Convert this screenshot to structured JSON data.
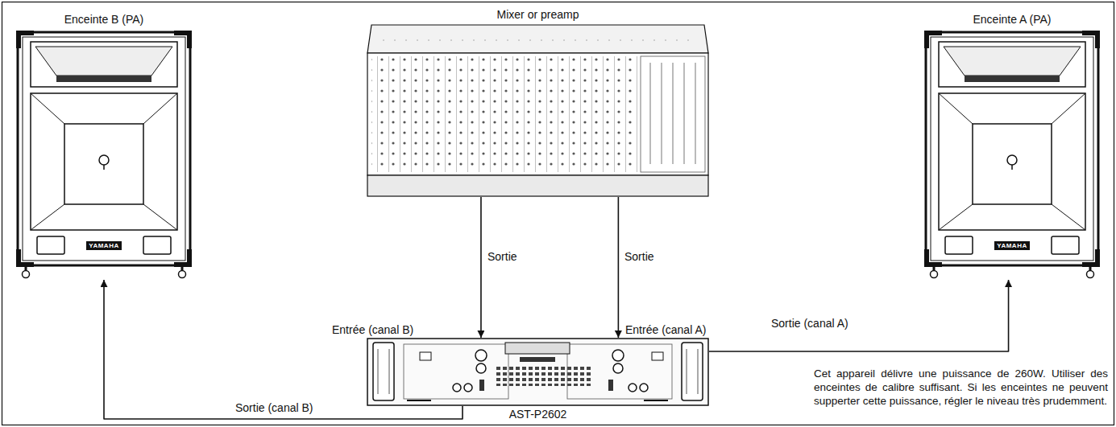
{
  "diagram": {
    "nodes": [
      {
        "text": [
          "Enceinte B (PA)"
        ]
      },
      {
        "text": [
          "Mixer or preamp"
        ]
      },
      {
        "text": [
          "Enceinte A (PA)"
        ]
      },
      {
        "text": [
          "AST-P2602"
        ]
      }
    ],
    "edges": [
      {
        "from": 1,
        "to": 3,
        "arrow": "to",
        "label": "Sortie"
      },
      {
        "from": 1,
        "to": 3,
        "arrow": "to",
        "label": "Sortie"
      },
      {
        "from": 3,
        "to": 0,
        "arrow": "to",
        "label": "Sortie (canal B)"
      },
      {
        "from": 3,
        "to": 2,
        "arrow": "to",
        "label": "Sortie (canal A)"
      }
    ],
    "labels": [
      "Entrée (canal B)",
      "Entrée (canal A)",
      "YAMAHA",
      "YAMAHA",
      "Cet appareil délivre une puissance de 260W. Utiliser des enceintes de calibre suffisant. Si les enceintes ne peuvent supperter cette puissance, régler le niveau très prudemment."
    ]
  }
}
